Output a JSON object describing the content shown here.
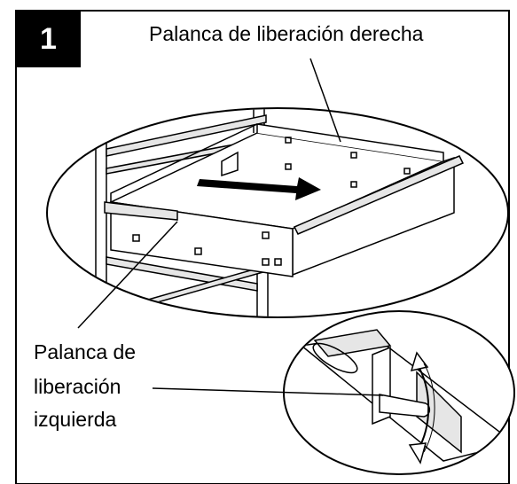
{
  "step": {
    "number": "1"
  },
  "labels": {
    "right_lever": "Palanca de liberación derecha",
    "left_lever_line1": "Palanca de",
    "left_lever_line2": "liberación",
    "left_lever_line3": "izquierda"
  },
  "colors": {
    "ink": "#000000",
    "background": "#ffffff",
    "fill_gray": "#e6e6e6"
  },
  "icons": {
    "pull_arrow": "arrow-right",
    "rotate_arrow": "curved-double-arrow"
  }
}
